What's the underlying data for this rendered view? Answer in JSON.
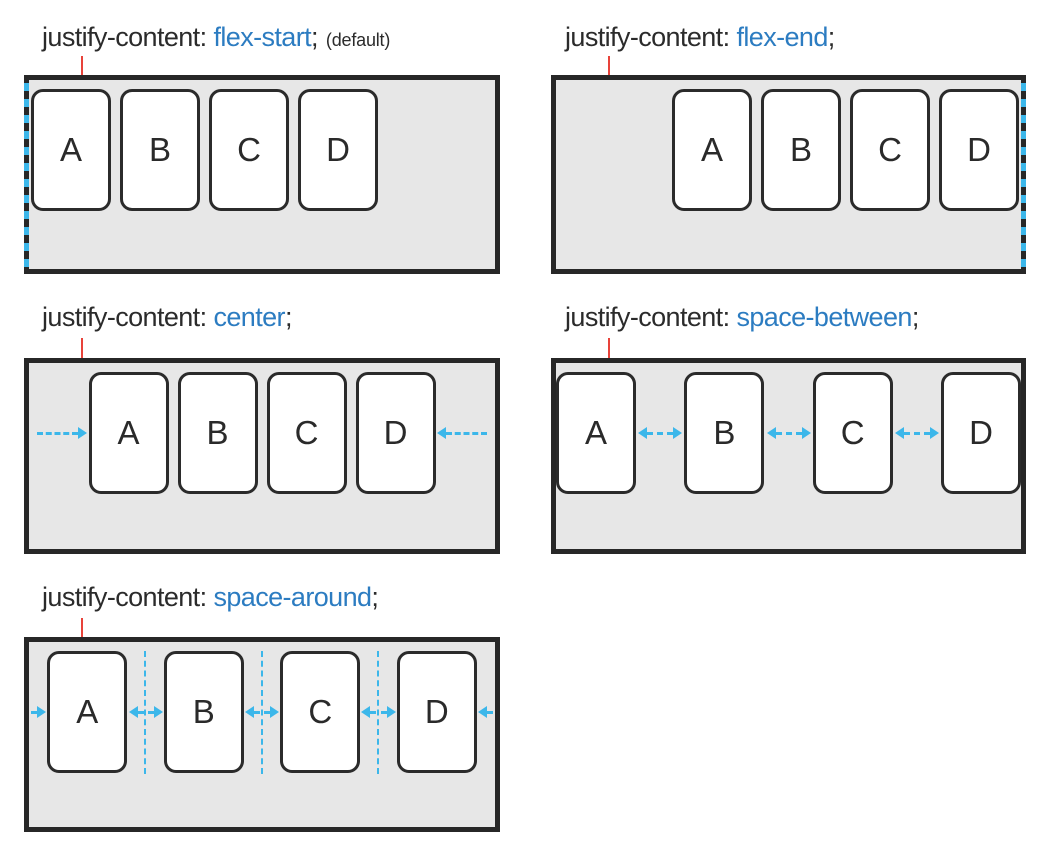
{
  "colors": {
    "value_blue": "#2c7cc1",
    "arrow_cyan": "#3cb7ea",
    "callout_red": "#e8433a",
    "container_fill": "#e7e7e7",
    "container_border": "#272727",
    "item_fill": "#ffffff",
    "item_border": "#2b2b2b",
    "text_dark": "#2b2b2b"
  },
  "panels": [
    {
      "property": "justify-content:",
      "value": "flex-start",
      "terminator": ";",
      "note": "(default)",
      "items": [
        "A",
        "B",
        "C",
        "D"
      ]
    },
    {
      "property": "justify-content:",
      "value": "flex-end",
      "terminator": ";",
      "items": [
        "A",
        "B",
        "C",
        "D"
      ]
    },
    {
      "property": "justify-content:",
      "value": "center",
      "terminator": ";",
      "items": [
        "A",
        "B",
        "C",
        "D"
      ]
    },
    {
      "property": "justify-content:",
      "value": "space-between",
      "terminator": ";",
      "items": [
        "A",
        "B",
        "C",
        "D"
      ]
    },
    {
      "property": "justify-content:",
      "value": "space-around",
      "terminator": ";",
      "items": [
        "A",
        "B",
        "C",
        "D"
      ]
    }
  ]
}
